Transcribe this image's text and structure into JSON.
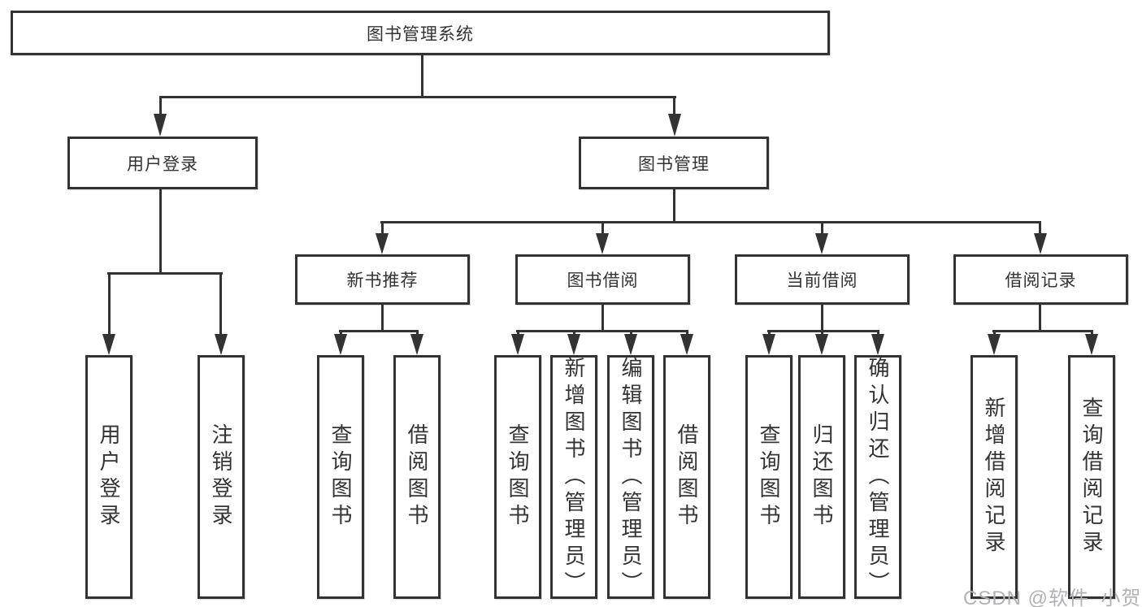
{
  "tree": {
    "root": "图书管理系统",
    "branches": [
      {
        "label": "用户登录",
        "children": [
          "用户登录",
          "注销登录"
        ]
      },
      {
        "label": "图书管理",
        "sections": [
          {
            "label": "新书推荐",
            "children": [
              "查询图书",
              "借阅图书"
            ]
          },
          {
            "label": "图书借阅",
            "children": [
              "查询图书",
              "新增图书（管理员）",
              "编辑图书（管理员）",
              "借阅图书"
            ]
          },
          {
            "label": "当前借阅",
            "children": [
              "查询图书",
              "归还图书",
              "确认归还（管理员）"
            ]
          },
          {
            "label": "借阅记录",
            "children": [
              "新增借阅记录",
              "查询借阅记录"
            ]
          }
        ]
      }
    ]
  },
  "watermark": "CSDN @软件_小贺同学",
  "colors": {
    "line": "#333333",
    "text": "#333333",
    "watermark": "#b2b2b6",
    "background": "#ffffff"
  }
}
